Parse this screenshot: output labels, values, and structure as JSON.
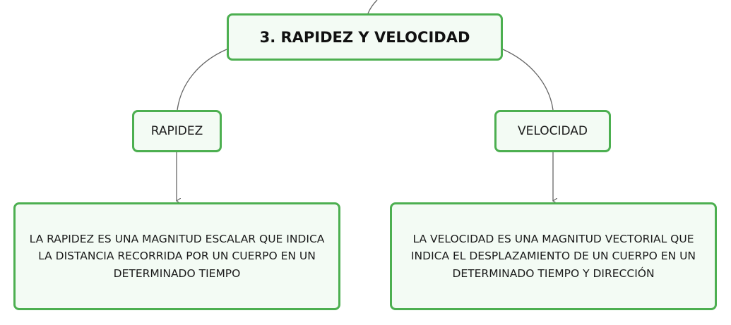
{
  "root": {
    "label": "3. RAPIDEZ Y VELOCIDAD"
  },
  "branches": [
    {
      "label": "RAPIDEZ",
      "description": "LA RAPIDEZ ES UNA MAGNITUD ESCALAR QUE INDICA LA DISTANCIA RECORRIDA POR UN CUERPO EN UN DETERMINADO TIEMPO"
    },
    {
      "label": "VELOCIDAD",
      "description": "LA VELOCIDAD ES UNA MAGNITUD VECTORIAL QUE INDICA EL DESPLAZAMIENTO DE UN CUERPO EN UN DETERMINADO TIEMPO Y DIRECCIÓN"
    }
  ],
  "colors": {
    "node_border": "#4caf50",
    "node_fill": "#f3fbf4",
    "connector": "#666666"
  }
}
